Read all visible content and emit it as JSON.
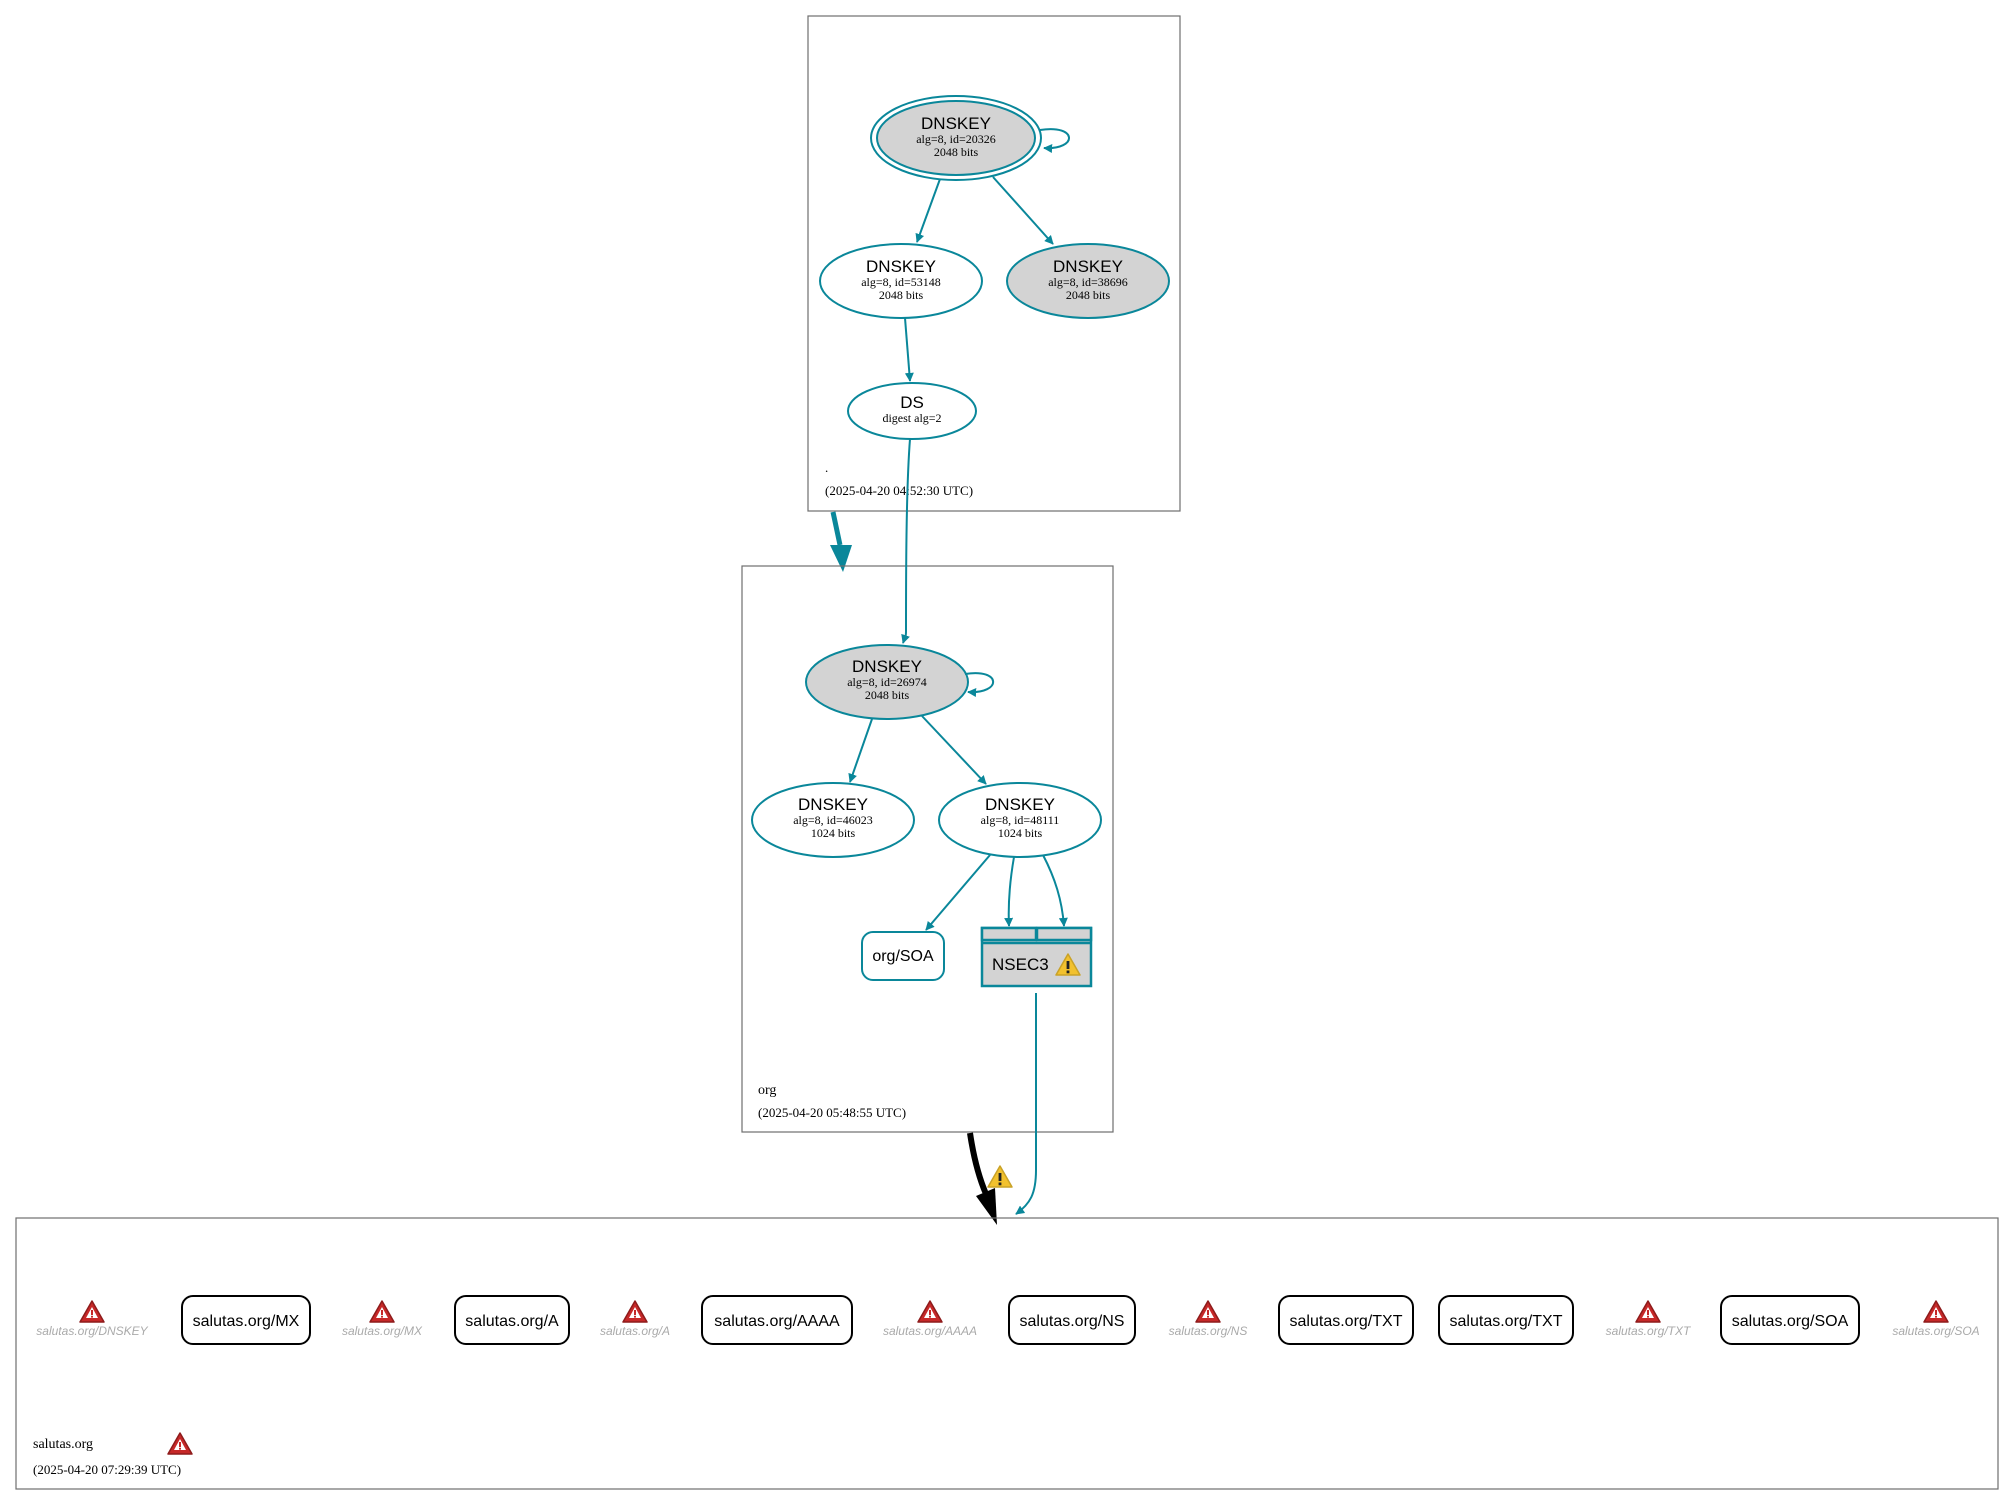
{
  "colors": {
    "teal": "#0a879a",
    "key_fill": "#d3d3d3",
    "border": "#6e6e6e",
    "error_red": "#c62828",
    "warning_yellow": "#f2c12e",
    "faded_text": "#aaaaaa"
  },
  "zones": {
    "root": {
      "name": ".",
      "timestamp": "(2025-04-20 04:52:30 UTC)"
    },
    "org": {
      "name": "org",
      "timestamp": "(2025-04-20 05:48:55 UTC)"
    },
    "salutas": {
      "name": "salutas.org",
      "timestamp": "(2025-04-20 07:29:39 UTC)"
    }
  },
  "nodes": {
    "root_ksk": {
      "title": "DNSKEY",
      "line1": "alg=8, id=20326",
      "line2": "2048 bits"
    },
    "root_zsk1": {
      "title": "DNSKEY",
      "line1": "alg=8, id=53148",
      "line2": "2048 bits"
    },
    "root_zsk2": {
      "title": "DNSKEY",
      "line1": "alg=8, id=38696",
      "line2": "2048 bits"
    },
    "org_ds": {
      "title": "DS",
      "line1": "digest alg=2"
    },
    "org_ksk": {
      "title": "DNSKEY",
      "line1": "alg=8, id=26974",
      "line2": "2048 bits"
    },
    "org_zsk1": {
      "title": "DNSKEY",
      "line1": "alg=8, id=46023",
      "line2": "1024 bits"
    },
    "org_zsk2": {
      "title": "DNSKEY",
      "line1": "alg=8, id=48111",
      "line2": "1024 bits"
    },
    "org_soa": {
      "label": "org/SOA"
    },
    "nsec3": {
      "label": "NSEC3"
    }
  },
  "salutas_records": [
    {
      "label": "salutas.org/DNSKEY",
      "status": "error"
    },
    {
      "label": "salutas.org/MX",
      "status": "ok"
    },
    {
      "label": "salutas.org/MX",
      "status": "error"
    },
    {
      "label": "salutas.org/A",
      "status": "ok"
    },
    {
      "label": "salutas.org/A",
      "status": "error"
    },
    {
      "label": "salutas.org/AAAA",
      "status": "ok"
    },
    {
      "label": "salutas.org/AAAA",
      "status": "error"
    },
    {
      "label": "salutas.org/NS",
      "status": "ok"
    },
    {
      "label": "salutas.org/NS",
      "status": "error"
    },
    {
      "label": "salutas.org/TXT",
      "status": "ok"
    },
    {
      "label": "salutas.org/TXT",
      "status": "ok"
    },
    {
      "label": "salutas.org/TXT",
      "status": "error"
    },
    {
      "label": "salutas.org/SOA",
      "status": "ok"
    },
    {
      "label": "salutas.org/SOA",
      "status": "error"
    }
  ]
}
